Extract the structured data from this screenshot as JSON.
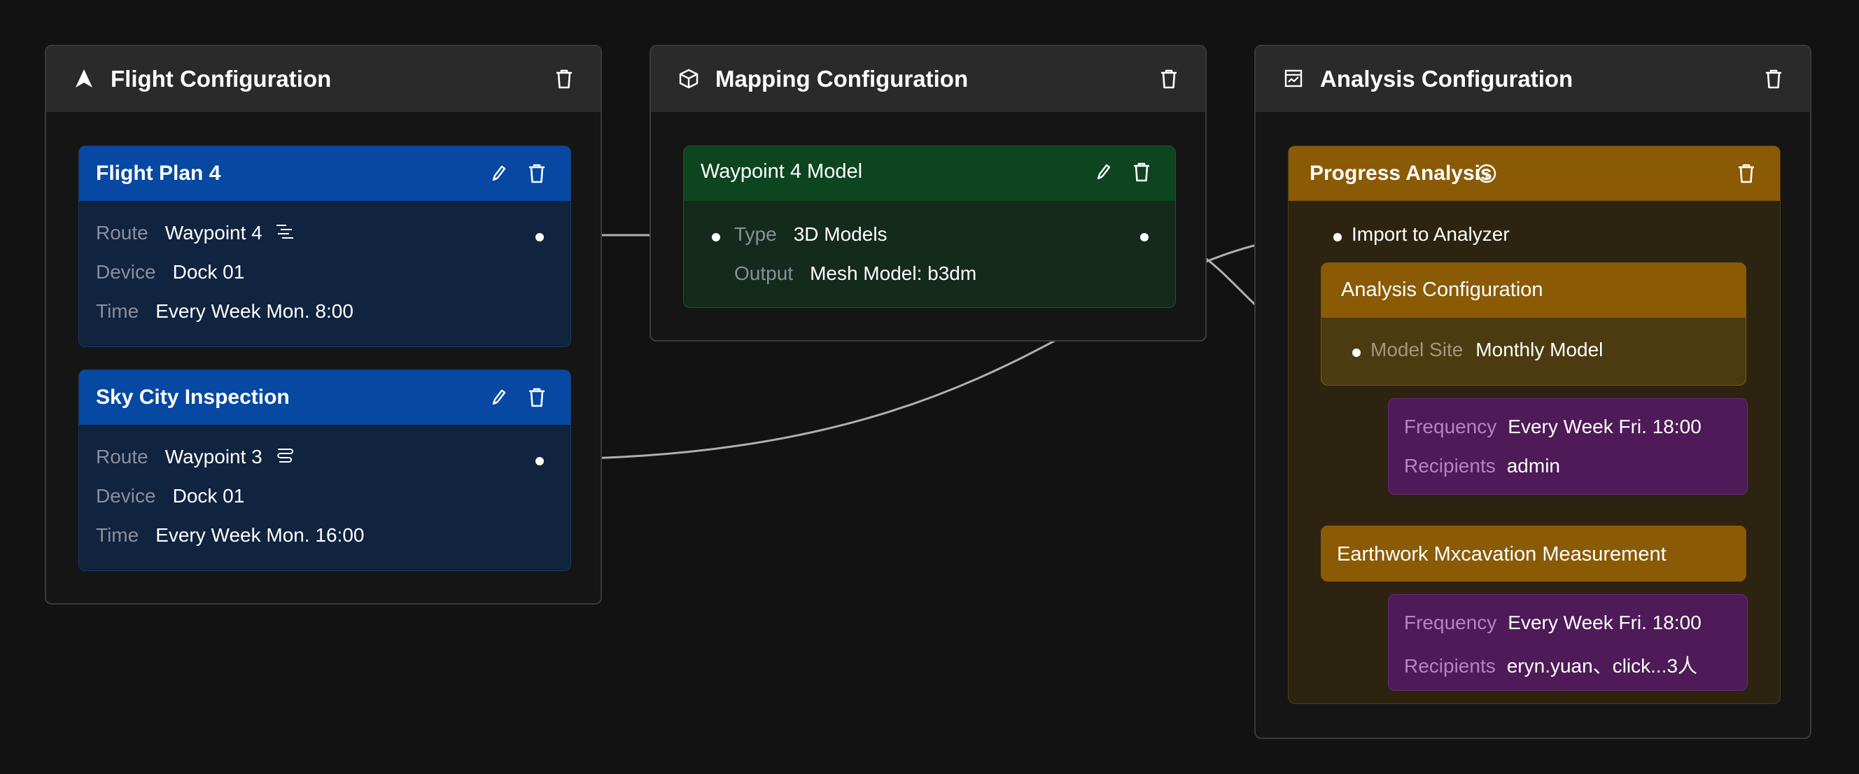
{
  "panels": {
    "flight": {
      "title": "Flight Configuration",
      "icon": "navigation-arrow-icon"
    },
    "mapping": {
      "title": "Mapping Configuration",
      "icon": "cube-icon"
    },
    "analysis": {
      "title": "Analysis Configuration",
      "icon": "chart-window-icon"
    }
  },
  "flight_plans": [
    {
      "title": "Flight Plan 4",
      "route_label": "Route",
      "route": "Waypoint 4",
      "route_icon": "route-icon",
      "device_label": "Device",
      "device": "Dock 01",
      "time_label": "Time",
      "time": "Every Week Mon. 8:00"
    },
    {
      "title": "Sky City Inspection",
      "route_label": "Route",
      "route": "Waypoint 3",
      "route_icon": "route-icon",
      "device_label": "Device",
      "device": "Dock 01",
      "time_label": "Time",
      "time": "Every Week Mon. 16:00"
    }
  ],
  "mapping_model": {
    "title": "Waypoint 4 Model",
    "type_label": "Type",
    "type": "3D Models",
    "output_label": "Output",
    "output": "Mesh Model: b3dm"
  },
  "progress_analysis": {
    "title": "Progress Analysis",
    "import_label": "Import to Analyzer",
    "config": {
      "title": "Analysis Configuration",
      "model_site_label": "Model Site",
      "model_site": "Monthly Model"
    },
    "schedule": {
      "frequency_label": "Frequency",
      "frequency": "Every Week Fri. 18:00",
      "recipients_label": "Recipients",
      "recipients": "admin"
    }
  },
  "earthwork": {
    "title": "Earthwork Mxcavation Measurement",
    "schedule": {
      "frequency_label": "Frequency",
      "frequency": "Every Week Fri. 18:00",
      "recipients_label": "Recipients",
      "recipients": "eryn.yuan、click...3人"
    }
  },
  "colors": {
    "flight_header": "#0748a3",
    "mapping_header": "#0c4520",
    "analysis_header": "#8a5a05",
    "schedule": "#4e1a58",
    "connector": "#b0b0b0"
  }
}
